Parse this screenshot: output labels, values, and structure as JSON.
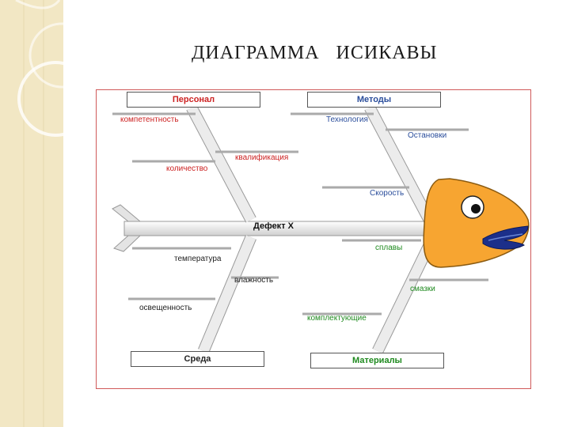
{
  "page_title": "ДИАГРАММА   ИСИКАВЫ",
  "effect_label": "Дефект X",
  "categories": {
    "personnel": "Персонал",
    "methods": "Методы",
    "environment": "Среда",
    "materials": "Материалы"
  },
  "causes": {
    "personnel": [
      "компетентность",
      "квалификация",
      "количество"
    ],
    "methods": [
      "Технология",
      "Остановки",
      "Скорость"
    ],
    "environment": [
      "температура",
      "влажность",
      "освещенность"
    ],
    "materials": [
      "сплавы",
      "смазки",
      "комплектующие"
    ]
  },
  "colors": {
    "fish_head": "#f7a531",
    "fish_lips": "#1c2f8a",
    "frame_border": "#d05a5a",
    "personnel_text": "#cc2222",
    "methods_text": "#2a4d9b",
    "materials_text": "#1f8a1f",
    "side_strip": "#f2e7c4"
  }
}
